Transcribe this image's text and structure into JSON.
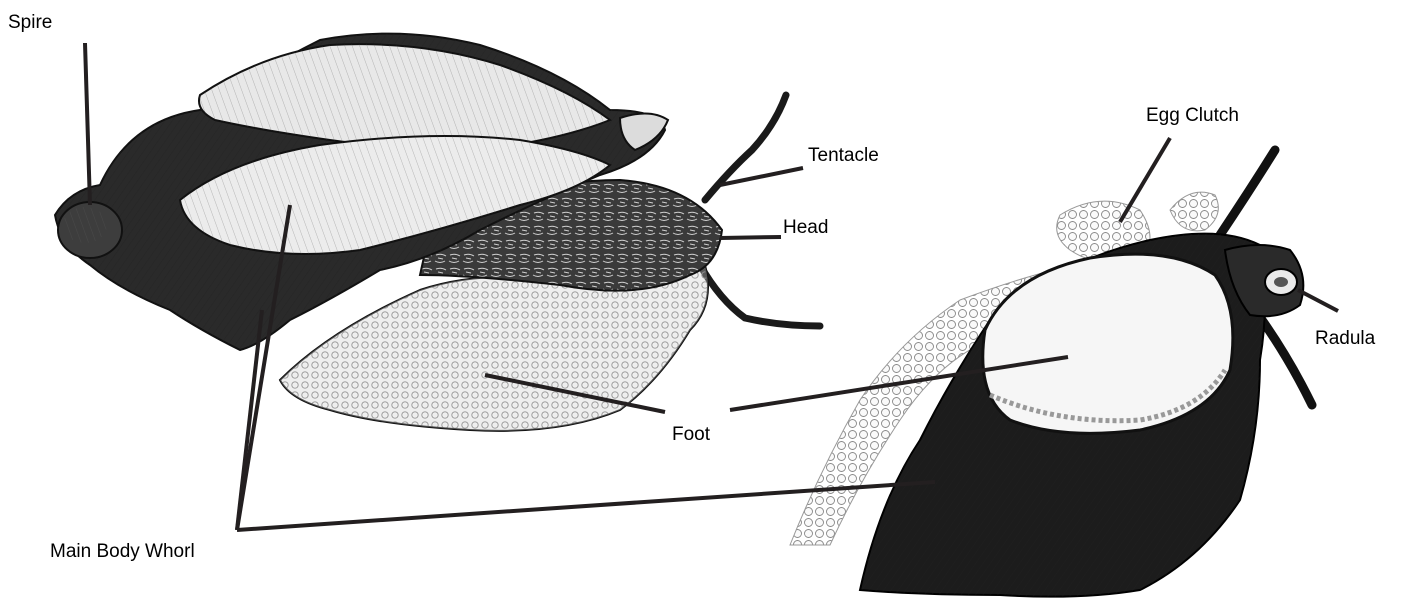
{
  "labels": {
    "spire": "Spire",
    "tentacle": "Tentacle",
    "head": "Head",
    "foot": "Foot",
    "main_body_whorl": "Main Body Whorl",
    "egg_clutch": "Egg Clutch",
    "radula": "Radula"
  },
  "colors": {
    "background": "#ffffff",
    "leader_line": "#231f20",
    "ink": "#141414",
    "shell_light": "#e6e6e6",
    "body_mid": "#6a6a6a",
    "foot_light": "#bdbdbd",
    "egg_light": "#f2f2f2"
  }
}
